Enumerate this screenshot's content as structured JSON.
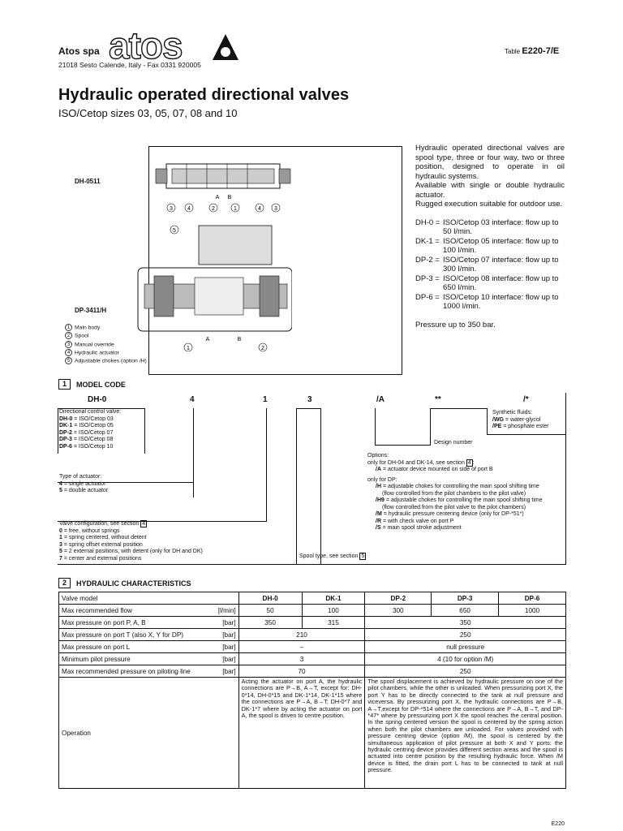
{
  "header": {
    "company": "Atos spa",
    "address": "21018 Sesto Calende,   Italy  -  Fax 0331 920005",
    "logo_text": "atos",
    "table_prefix": "Table ",
    "table_id": "E220-7/E"
  },
  "title": "Hydraulic operated directional valves",
  "subtitle": "ISO/Cetop sizes 03, 05, 07, 08 and 10",
  "figure": {
    "top_label": "DH-0511",
    "bottom_label": "DP-3411/H",
    "legend": [
      {
        "n": "1",
        "t": "Main body"
      },
      {
        "n": "2",
        "t": "Spool"
      },
      {
        "n": "3",
        "t": "Manual override"
      },
      {
        "n": "4",
        "t": "Hydraulic actuator"
      },
      {
        "n": "5",
        "t": "Adjustable chokes (option /H)"
      }
    ]
  },
  "description": {
    "intro": "Hydraulic operated directional valves are spool type, three or four way, two or three position, designed to operate in oil hydraulic systems.",
    "line2": "Available with single or double hydraulic actuator.",
    "line3": "Rugged execution suitable for outdoor use.",
    "sizes": [
      {
        "k": "DH-0 =",
        "v": "ISO/Cetop 03 interface: flow up to 50 l/min."
      },
      {
        "k": "DK-1 =",
        "v": "ISO/Cetop 05 interface: flow up to 100 l/min."
      },
      {
        "k": "DP-2 =",
        "v": "ISO/Cetop 07 interface: flow up to 300 l/min."
      },
      {
        "k": "DP-3 =",
        "v": "ISO/Cetop 08 interface: flow up to 650 l/min."
      },
      {
        "k": "DP-6 =",
        "v": "ISO/Cetop 10 interface: flow up to 1000 l/min."
      }
    ],
    "pressure": "Pressure up to 350 bar."
  },
  "section1": {
    "num": "1",
    "title": "MODEL CODE",
    "codes": [
      "DH-0",
      "4",
      "1",
      "3",
      "/A",
      "**",
      "/*"
    ],
    "control_title": "Directional control valve:",
    "control": [
      {
        "k": "DH-0",
        "v": " = ISO/Cetop 03"
      },
      {
        "k": "DK-1",
        "v": " = ISO/Cetop 05"
      },
      {
        "k": "DP-2",
        "v": " = ISO/Cetop 07"
      },
      {
        "k": "DP-3",
        "v": " = ISO/Cetop 08"
      },
      {
        "k": "DP-6",
        "v": " = ISO/Cetop 10"
      }
    ],
    "actuator_title": "Type of actuator:",
    "actuator": [
      {
        "k": "4",
        "v": " = single actuator"
      },
      {
        "k": "5",
        "v": " = double actuator"
      }
    ],
    "config_title": "Valve configuration, see section",
    "config_ref": "4",
    "config": [
      {
        "k": "0",
        "v": " = free, without springs"
      },
      {
        "k": "1",
        "v": " = spring centered, without detent"
      },
      {
        "k": "3",
        "v": " = spring offset external position"
      },
      {
        "k": "5",
        "v": " = 2 external positions, with detent (only for DH and DK)"
      },
      {
        "k": "7",
        "v": " = center and external positions"
      }
    ],
    "spool_text": "Spool type, see section",
    "spool_ref": "5",
    "options_title": "Options:",
    "options_line": "only for DH-04 and DK-14, see section",
    "options_ref": "4",
    "opt_a": {
      "k": "/A",
      "v": " = actuator device mounted on side of port B"
    },
    "dp_title": "only for DP:",
    "dp": [
      {
        "k": "/H",
        "v": " = adjustable chokes for controlling the main spool shifting time"
      },
      {
        "k": "",
        "v": "(flow controlled from the pilot chambers to the pilot valve)"
      },
      {
        "k": "/H9",
        "v": " = adjustable chokes for controlling the main spool shifting time"
      },
      {
        "k": "",
        "v": "(flow controlled from the pilot valve to the pilot chambers)"
      },
      {
        "k": "/M",
        "v": " = hydraulic pressure centering device (only for DP-*51*)"
      },
      {
        "k": "/R",
        "v": " = with check valve on port P"
      },
      {
        "k": "/S",
        "v": " = main spool stroke adjustment"
      }
    ],
    "design": "Design number",
    "fluids_title": "Synthetic fluids:",
    "fluids": [
      {
        "k": "/WG",
        "v": " = water-glycol"
      },
      {
        "k": "/PE",
        "v": " = phosphate ester"
      }
    ]
  },
  "section2": {
    "num": "2",
    "title": "HYDRAULIC CHARACTERISTICS",
    "header": {
      "label": "Valve model",
      "models": [
        "DH-0",
        "DK-1",
        "DP-2",
        "DP-3",
        "DP-6"
      ]
    },
    "rows": [
      {
        "label": "Max recommended flow",
        "unit": "[l/min]",
        "vals": [
          "50",
          "100",
          "300",
          "650",
          "1000"
        ]
      },
      {
        "label": "Max pressure on port P, A, B",
        "unit": "[bar]",
        "dhdk": [
          "350",
          "315"
        ],
        "dp": "350"
      },
      {
        "label": "Max pressure on port T (also X, Y for DP)",
        "unit": "[bar]",
        "dhdk_all": "210",
        "dp": "250"
      },
      {
        "label": "Max pressure on port L",
        "unit": "[bar]",
        "dhdk_all": "–",
        "dp": "null pressure"
      },
      {
        "label": "Minimum pilot pressure",
        "unit": "[bar]",
        "dhdk_all": "3",
        "dp": "4 (10 for option /M)"
      },
      {
        "label": "Max recommended pressure on piloting line",
        "unit": "[bar]",
        "dhdk_all": "70",
        "dp": "250"
      }
    ],
    "operation_label": "Operation",
    "op_dhdk": "Acting the actuator on port A, the hydraulic connections are P→B, A→T, except for: DH-0*14, DH-0*15 and DK-1*14, DK-1*15 where the connections are P→A, B→T; DH-0*7 and DK-1*7 where by acting the actuator on port A, the spool is driven to centre position.",
    "op_dp": "The spool displacement is achieved by hydraulic pressure on one of the pilot chambers, while the other is unloaded. When pressurizing port X, the port Y has to be directly connected to the tank at null pressure and viceversa. By pressurizing port X, the hydraulic connections are P→B, A→T,except for DP-*514 where the connections are P→A, B→T, and DP-*47* where by pressurizing port X the spool reaches the central position. In the spring centered version the spool is centered by the spring action when both the pilot chambers are unloaded. For valves provided with pressure centring device (option /M), the spool is centered by the simultaneous application of pilot pressure at both X and Y ports: the hydraulic centring device provides different section areas and the spool is actuated into centre position by the resulting hydraulic force. When /M device is fitted, the drain port L has to be connected to tank at null pressure."
  },
  "footer": "E220"
}
